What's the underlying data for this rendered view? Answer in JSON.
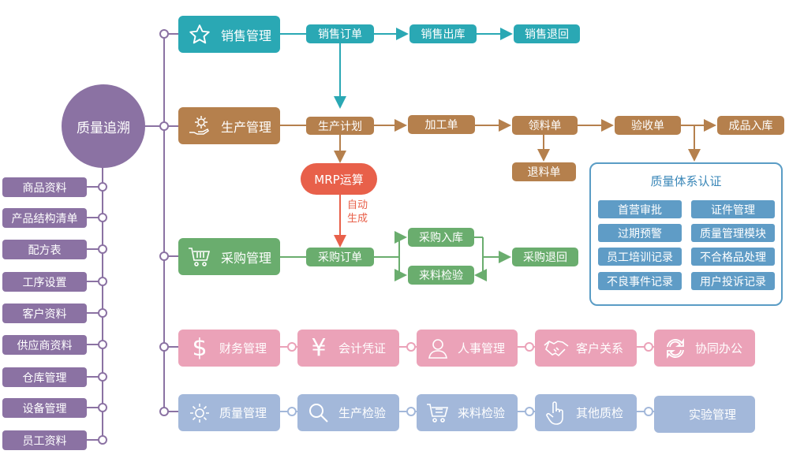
{
  "hub": {
    "title": "质量追溯"
  },
  "left_items": [
    "商品资料",
    "产品结构清单",
    "配方表",
    "工序设置",
    "客户资料",
    "供应商资料",
    "仓库管理",
    "设备管理",
    "员工资料"
  ],
  "sales": {
    "module": "销售管理",
    "order": "销售订单",
    "out": "销售出库",
    "return": "销售退回"
  },
  "production": {
    "module": "生产管理",
    "plan": "生产计划",
    "process": "加工单",
    "picking": "领料单",
    "inspection": "验收单",
    "finished": "成品入库",
    "material_return": "退料单"
  },
  "mrp": {
    "label": "MRP运算",
    "auto_line1": "自动",
    "auto_line2": "生成"
  },
  "purchase": {
    "module": "采购管理",
    "order": "采购订单",
    "inbound": "采购入库",
    "incoming_check": "来料检验",
    "return": "采购退回"
  },
  "quality_system": {
    "title": "质量体系认证",
    "items": [
      "首营审批",
      "证件管理",
      "过期预警",
      "质量管理模块",
      "员工培训记录",
      "不合格品处理",
      "不良事件记录",
      "用户投诉记录"
    ]
  },
  "finance_row": [
    "财务管理",
    "会计凭证",
    "人事管理",
    "客户关系",
    "协同办公"
  ],
  "quality_row": [
    "质量管理",
    "生产检验",
    "来料检验",
    "其他质检",
    "实验管理"
  ],
  "colors": {
    "purple": "#8b72a3",
    "teal": "#2aa8b4",
    "brown": "#b5804d",
    "green": "#6aad6e",
    "red": "#e8604a",
    "pink": "#eba2b8",
    "blue": "#a3b8da",
    "qs_border": "#5a9cc5",
    "qs_item": "#5f9cc6"
  },
  "icons": {
    "sales": "star-icon",
    "production": "gear-hand-icon",
    "purchase": "cart-icon",
    "finance": [
      "dollar-icon",
      "yen-icon",
      "person-icon",
      "handshake-icon",
      "sync-icon"
    ],
    "quality": [
      "gear-icon",
      "magnifier-icon",
      "cart-list-icon",
      "hand-pointer-icon"
    ]
  }
}
